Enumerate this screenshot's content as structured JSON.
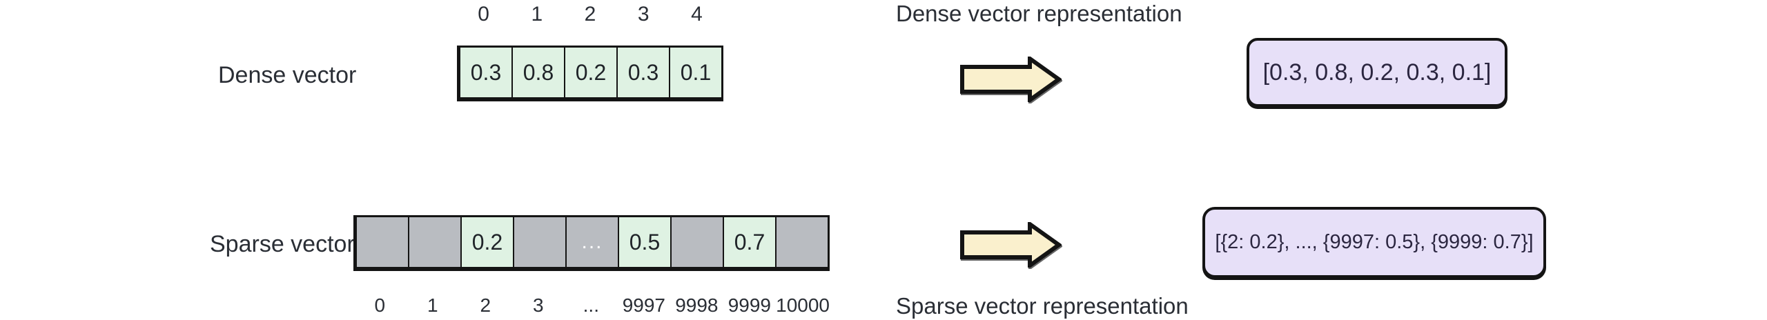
{
  "colors": {
    "filled_cell": "#dff2e3",
    "empty_cell": "#b9bcc1",
    "arrow_fill": "#faf0cd",
    "box_fill": "#e7e0f8",
    "border": "#141414",
    "text": "#2a2e35",
    "ellipsis_text": "#ffffff"
  },
  "dense": {
    "label": "Dense vector",
    "title": "Dense vector representation",
    "indices": [
      "0",
      "1",
      "2",
      "3",
      "4"
    ],
    "cells": [
      {
        "value": "0.3",
        "type": "filled"
      },
      {
        "value": "0.8",
        "type": "filled"
      },
      {
        "value": "0.2",
        "type": "filled"
      },
      {
        "value": "0.3",
        "type": "filled"
      },
      {
        "value": "0.1",
        "type": "filled"
      }
    ],
    "representation": "[0.3, 0.8, 0.2, 0.3, 0.1]"
  },
  "sparse": {
    "label": "Sparse vector",
    "title": "Sparse vector representation",
    "indices": [
      "0",
      "1",
      "2",
      "3",
      "...",
      "9997",
      "9998",
      "9999",
      "10000"
    ],
    "cells": [
      {
        "value": "",
        "type": "empty"
      },
      {
        "value": "",
        "type": "empty"
      },
      {
        "value": "0.2",
        "type": "filled"
      },
      {
        "value": "",
        "type": "empty"
      },
      {
        "value": "...",
        "type": "ellipsis"
      },
      {
        "value": "0.5",
        "type": "filled"
      },
      {
        "value": "",
        "type": "empty"
      },
      {
        "value": "0.7",
        "type": "filled"
      },
      {
        "value": "",
        "type": "empty"
      }
    ],
    "representation": "[{2: 0.2}, ..., {9997: 0.5}, {9999: 0.7}]"
  }
}
